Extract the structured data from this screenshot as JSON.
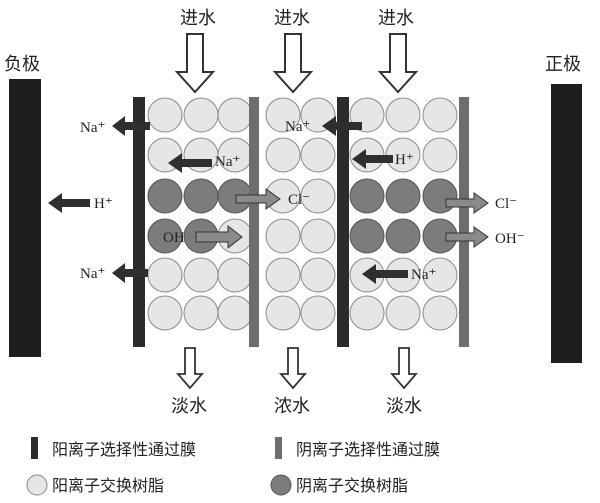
{
  "labels": {
    "negative_electrode": "负极",
    "positive_electrode": "正极",
    "inlet": "进水",
    "fresh_water": "淡水",
    "concentrated_water": "浓水"
  },
  "ions": {
    "na": "Na⁺",
    "h": "H⁺",
    "cl": "Cl⁻",
    "oh": "OH",
    "oh_minus": "OH⁻"
  },
  "legend": {
    "cation_membrane": "阳离子选择性通过膜",
    "anion_membrane": "阴离子选择性通过膜",
    "cation_resin": "阳离子交换树脂",
    "anion_resin": "阴离子交换树脂"
  },
  "colors": {
    "electrode": "#1e1e1e",
    "cation_membrane": "#2b2b2b",
    "anion_membrane": "#6d6d6d",
    "cation_resin": "#e6e6e6",
    "anion_resin": "#7c7c7c",
    "arrow_dark": "#2f2f2f",
    "arrow_gray": "#8a8a8a"
  }
}
